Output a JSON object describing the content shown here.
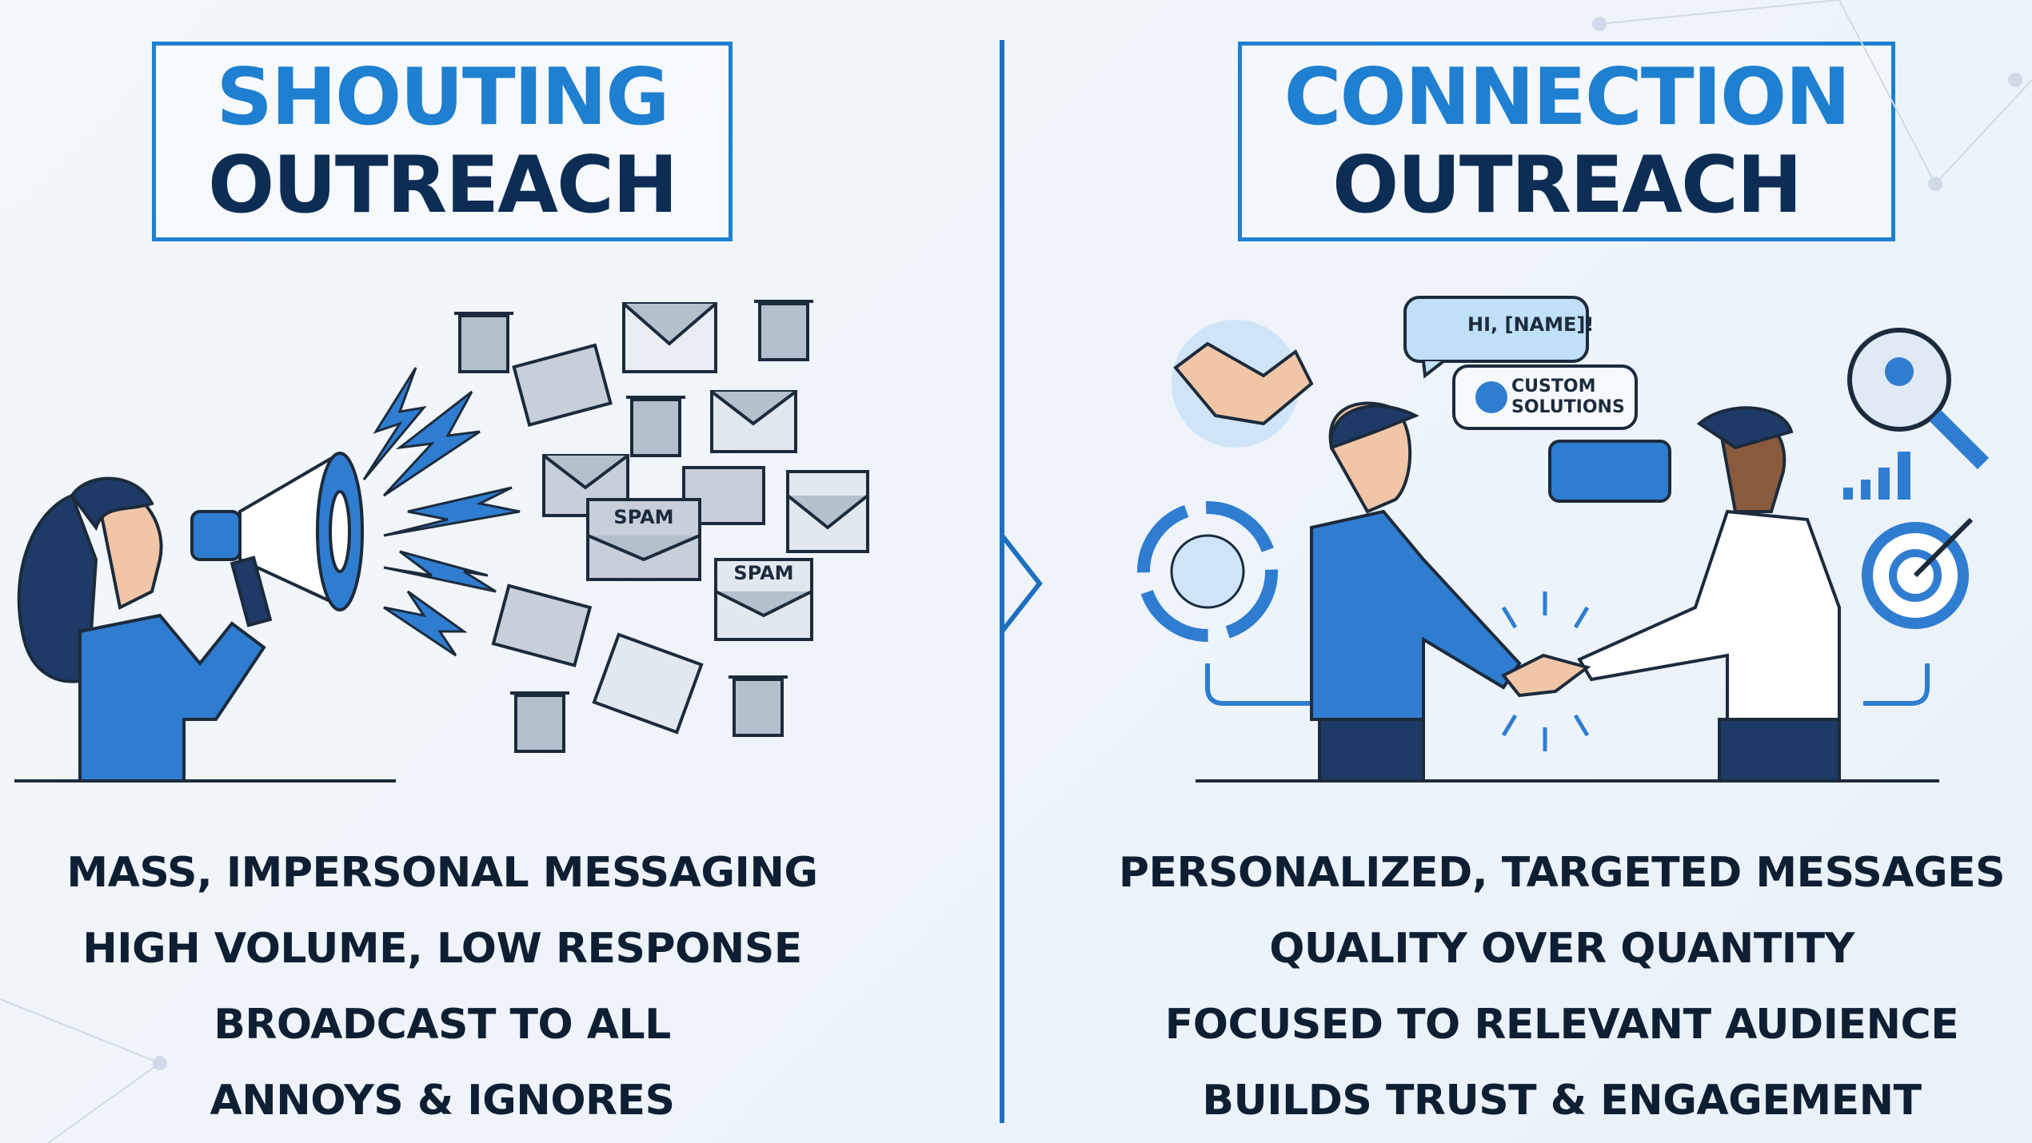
{
  "left": {
    "title_line1": "SHOUTING",
    "title_line2": "OUTREACH",
    "spam_label_1": "SPAM",
    "spam_label_2": "SPAM",
    "bullets": [
      "MASS, IMPERSONAL MESSAGING",
      "HIGH VOLUME, LOW RESPONSE",
      "BROADCAST TO ALL",
      "ANNOYS & IGNORES"
    ]
  },
  "right": {
    "title_line1": "CONNECTION",
    "title_line2": "OUTREACH",
    "bubble_greeting": "HI, [NAME]!",
    "bubble_custom_line1": "CUSTOM",
    "bubble_custom_line2": "SOLUTIONS",
    "bullets": [
      "PERSONALIZED, TARGETED MESSAGES",
      "QUALITY OVER QUANTITY",
      "FOCUSED TO RELEVANT AUDIENCE",
      "BUILDS TRUST & ENGAGEMENT"
    ]
  },
  "colors": {
    "accent": "#1f7fd0",
    "navy": "#0d2d55",
    "text": "#0f1f33",
    "gray_icon": "#8a98aa"
  },
  "icons": [
    "megaphone-icon",
    "lightning-icon",
    "envelope-icon",
    "trash-icon",
    "handshake-icon",
    "chat-bubble-icon",
    "user-icon",
    "magnifier-people-icon",
    "bar-chart-icon",
    "target-icon",
    "team-circle-icon"
  ]
}
